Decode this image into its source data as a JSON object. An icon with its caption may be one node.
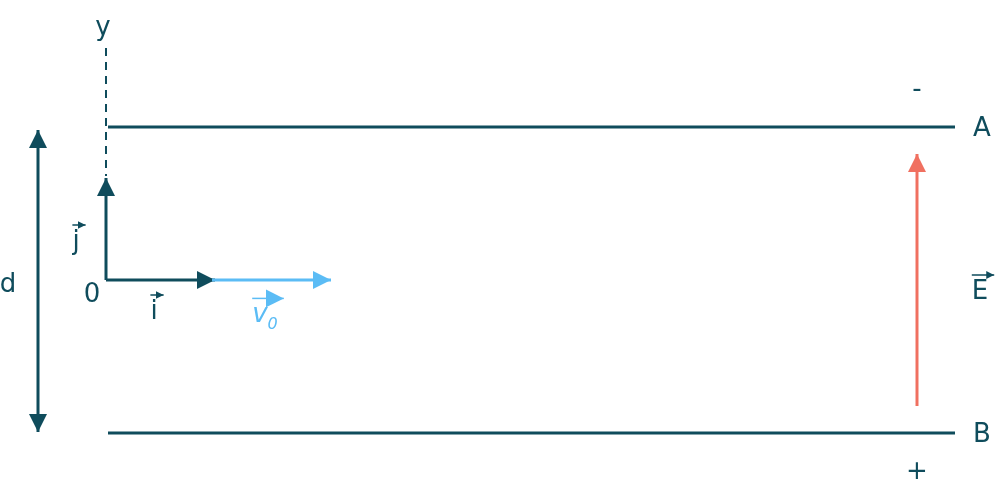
{
  "diagram": {
    "labels": [
      "y",
      "-",
      "A",
      "j",
      "d",
      "0",
      "i",
      "v$_{0}$",
      "E",
      "B",
      "+"
    ]
  }
}
